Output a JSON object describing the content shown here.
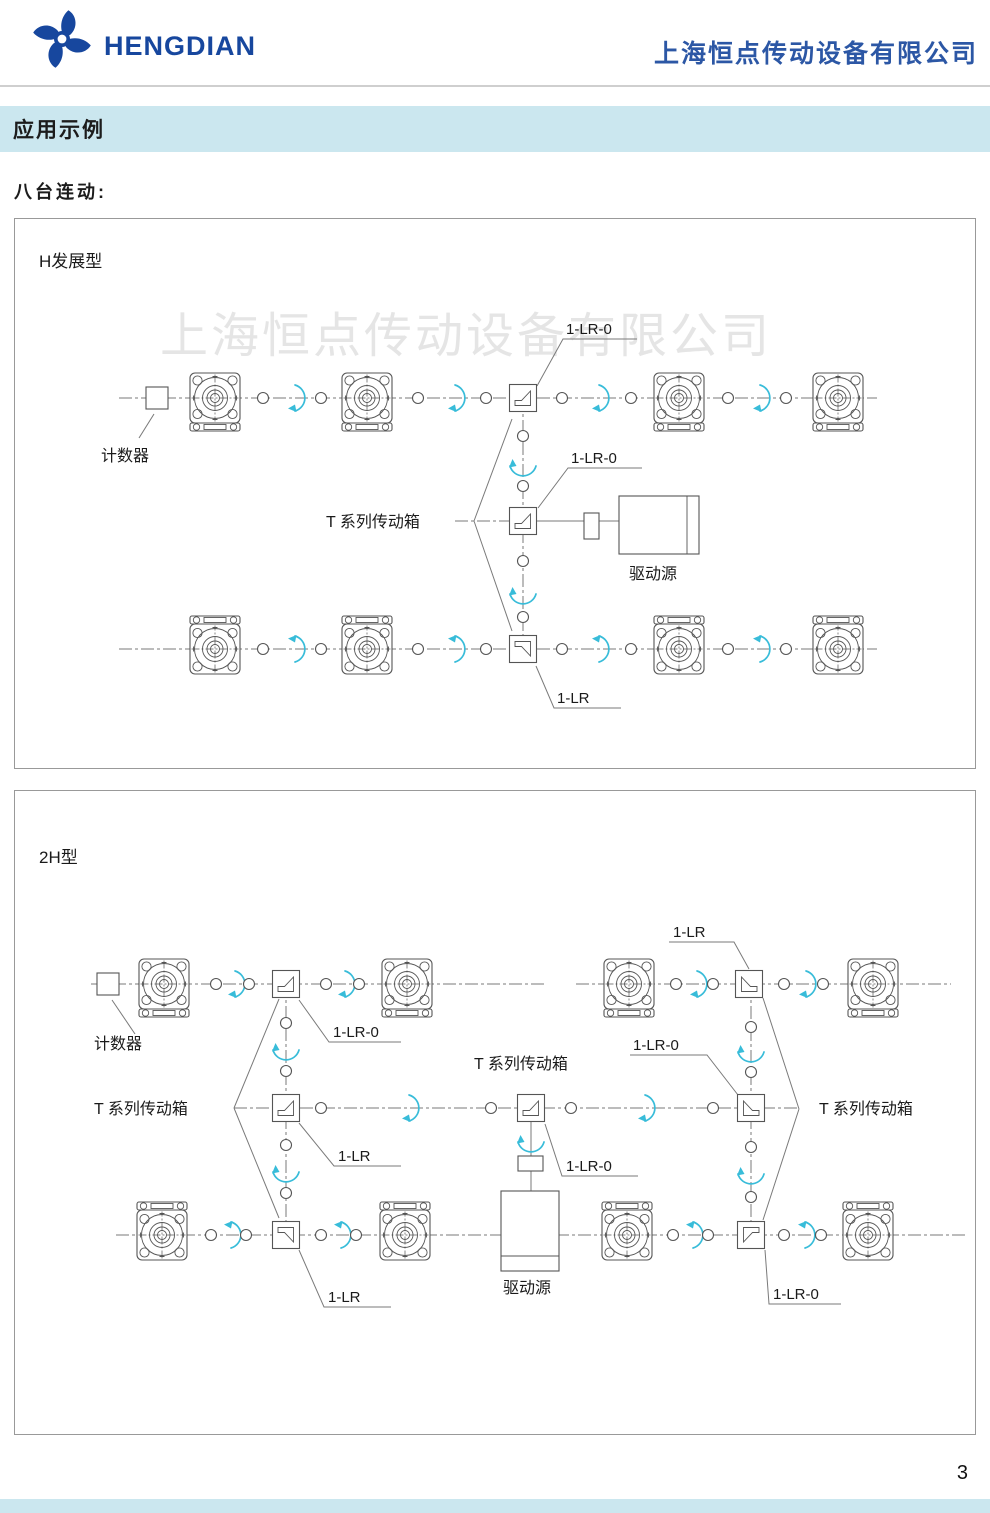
{
  "header": {
    "brand": "HENGDIAN",
    "company": "上海恒点传动设备有限公司"
  },
  "banner": {
    "title": "应用示例"
  },
  "intro": {
    "subtitle": "八台连动:"
  },
  "labels": {
    "counter": "计数器",
    "t_series_gearbox": "T 系列传动箱",
    "drive_source": "驱动源",
    "lr": "1-LR",
    "lr0": "1-LR-0"
  },
  "diagram1": {
    "title": "H发展型",
    "watermark": "上海恒点传动设备有限公司"
  },
  "diagram2": {
    "title": "2H型"
  },
  "footer": {
    "page_number": "3"
  },
  "colors": {
    "brand_blue": "#17479e",
    "company_blue": "#2c57a5",
    "banner_bg": "#cbe7ef",
    "border_gray": "#999999",
    "line_gray": "#7a7a7a",
    "draw_gray": "#555555",
    "arrow_cyan": "#38bcd9",
    "watermark_gray": "#e5e5e5"
  }
}
